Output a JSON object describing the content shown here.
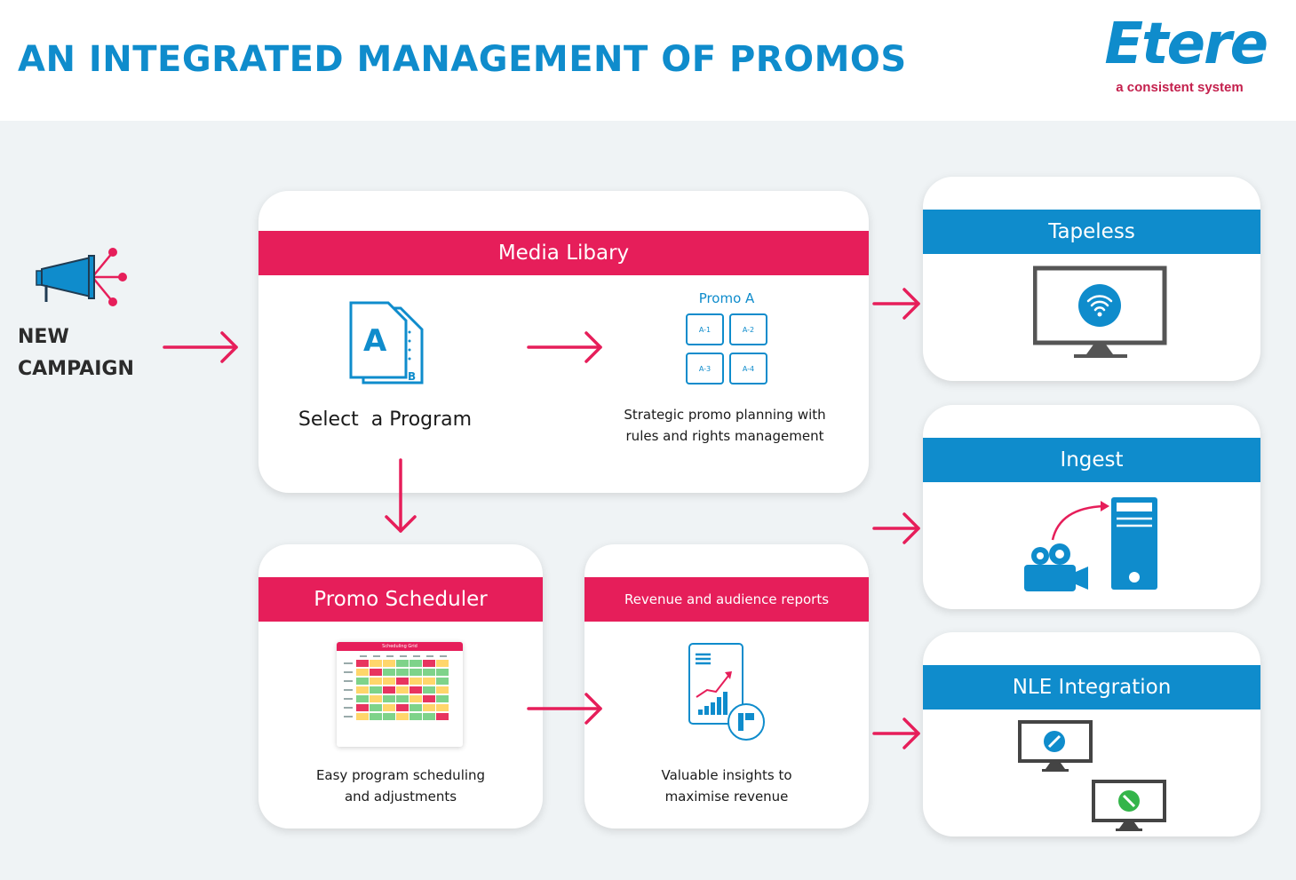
{
  "header": {
    "title": "AN INTEGRATED MANAGEMENT OF PROMOS",
    "logo_name": "Etere",
    "logo_tagline": "a consistent system"
  },
  "campaign": {
    "line1": "NEW",
    "line2": "CAMPAIGN",
    "icon": "megaphone-icon"
  },
  "media_library": {
    "title": "Media Libary",
    "select_label": "Select  a Program",
    "promo_label": "Promo A",
    "promo_tiles": [
      "A-1",
      "A-2",
      "A-3",
      "A-4"
    ],
    "caption_line1": "Strategic promo planning with",
    "caption_line2": "rules and rights management"
  },
  "promo_scheduler": {
    "title": "Promo Scheduler",
    "grid_title": "Scheduling Grid",
    "caption_line1": "Easy program scheduling",
    "caption_line2": "and adjustments"
  },
  "reports": {
    "title": "Revenue and audience reports",
    "caption_line1": "Valuable insights to",
    "caption_line2": "maximise revenue"
  },
  "outputs": [
    {
      "title": "Tapeless",
      "icon": "monitor-wifi-icon"
    },
    {
      "title": "Ingest",
      "icon": "camera-to-server-icon"
    },
    {
      "title": "NLE Integration",
      "icon": "monitors-tools-icon"
    }
  ],
  "colors": {
    "brand_blue": "#0f8ccc",
    "accent_pink": "#e61e5a",
    "logo_red": "#c4204d",
    "dark": "#2b2b2b"
  }
}
